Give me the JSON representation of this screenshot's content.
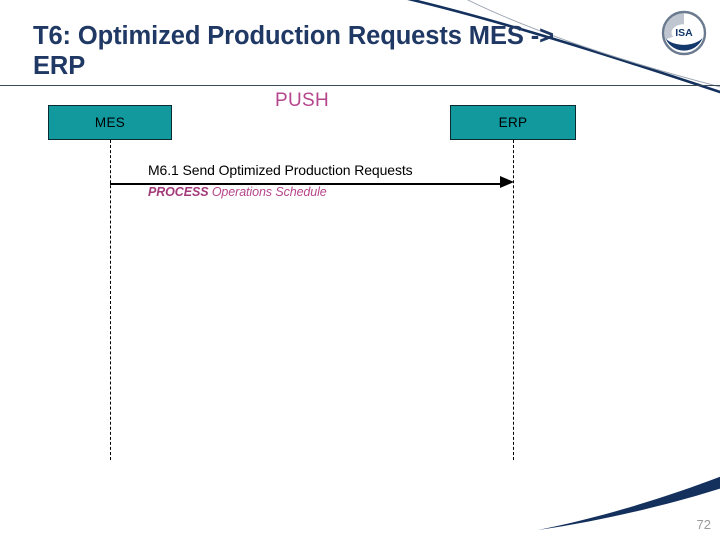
{
  "slide": {
    "title": "T6: Optimized Production Requests MES ->\nERP",
    "page_number": "72",
    "title_color": "#1F3864",
    "accent_color": "#B6468C",
    "actor_fill": "#11999E",
    "swoosh_color": "#14315E"
  },
  "logo": {
    "name": "isa-logo",
    "text": "ISA"
  },
  "diagram": {
    "pattern_label": "PUSH",
    "actors": [
      {
        "id": "mes",
        "label": "MES"
      },
      {
        "id": "erp",
        "label": "ERP"
      }
    ],
    "messages": [
      {
        "id": "m6-1",
        "label": "M6.1 Send Optimized Production Requests",
        "verb": "PROCESS",
        "object": "Operations Schedule",
        "from": "mes",
        "to": "erp",
        "direction": "right"
      }
    ]
  }
}
